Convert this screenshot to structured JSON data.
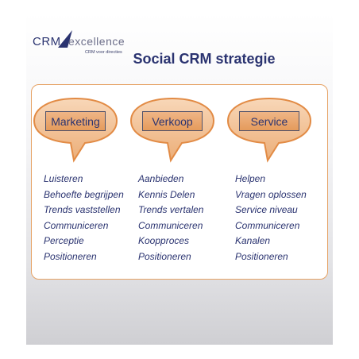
{
  "logo": {
    "crm": "CRM",
    "excellence": "excellence",
    "tagline": "CRM voor directies",
    "brand_color": "#2a3370"
  },
  "title": "Social CRM strategie",
  "colors": {
    "accent_orange": "#e59b5c",
    "box_border": "#e6a264",
    "text_navy": "#2a3370"
  },
  "columns": [
    {
      "heading": "Marketing",
      "items": [
        "Luisteren",
        "Behoefte begrijpen",
        "Trends vaststellen",
        "Communiceren",
        "Perceptie",
        "Positioneren"
      ]
    },
    {
      "heading": "Verkoop",
      "items": [
        "Aanbieden",
        "Kennis Delen",
        "Trends vertalen",
        "Communiceren",
        "Koopproces",
        "Positioneren"
      ]
    },
    {
      "heading": "Service",
      "items": [
        "Helpen",
        "Vragen oplossen",
        "Service niveau",
        "Communiceren",
        "Kanalen",
        "Positioneren"
      ]
    }
  ]
}
